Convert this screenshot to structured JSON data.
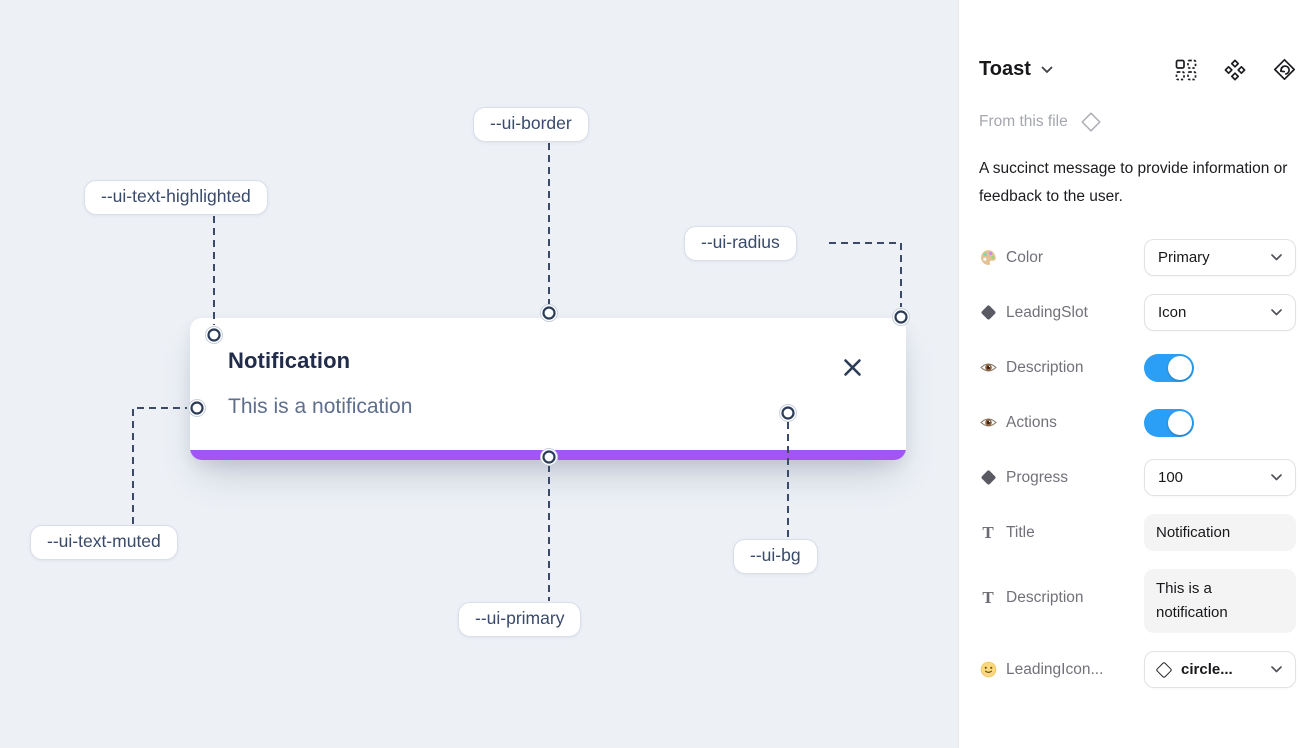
{
  "canvas": {
    "toast": {
      "title": "Notification",
      "description": "This is a notification"
    },
    "annotations": [
      {
        "label": "--ui-border"
      },
      {
        "label": "--ui-text-highlighted"
      },
      {
        "label": "--ui-radius"
      },
      {
        "label": "--ui-text-muted"
      },
      {
        "label": "--ui-primary"
      },
      {
        "label": "--ui-bg"
      }
    ],
    "colors": {
      "canvas_bg": "#EDF1F6",
      "primary_bar": "#A156F4",
      "annotation_ink": "#3B4A68",
      "title_ink": "#202C49",
      "muted_ink": "#5E6E8D"
    }
  },
  "panel": {
    "title": "Toast",
    "header_icons": [
      "insert-grid-icon",
      "components-icon",
      "swap-instance-icon"
    ],
    "source_label": "From this file",
    "description": "A succinct message to provide information or feedback to the user.",
    "text_icon_glyph": "T",
    "properties": [
      {
        "icon": "palette-icon",
        "label": "Color",
        "type": "dropdown",
        "value": "Primary"
      },
      {
        "icon": "diamond-icon",
        "label": "LeadingSlot",
        "type": "dropdown",
        "value": "Icon"
      },
      {
        "icon": "eye-icon",
        "label": "Description",
        "type": "toggle",
        "on": true
      },
      {
        "icon": "eye-icon",
        "label": "Actions",
        "type": "toggle",
        "on": true
      },
      {
        "icon": "diamond-icon",
        "label": "Progress",
        "type": "dropdown",
        "value": "100"
      },
      {
        "icon": "text-icon",
        "label": "Title",
        "type": "textfield",
        "value": "Notification"
      },
      {
        "icon": "text-icon",
        "label": "Description",
        "type": "textfield",
        "value": "This is a notification"
      },
      {
        "icon": "smiley-icon",
        "label": "LeadingIcon...",
        "type": "dropdown-icon",
        "value": "circle..."
      }
    ],
    "colors": {
      "toggle_on": "#2B9FF5",
      "field_bg": "#F4F4F5"
    }
  }
}
